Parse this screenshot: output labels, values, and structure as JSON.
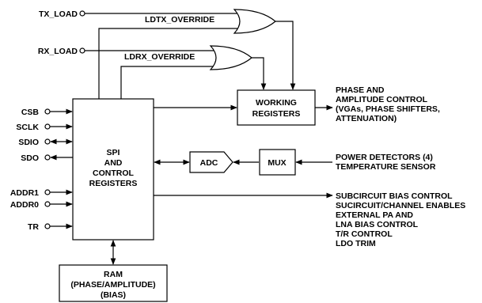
{
  "inputs": {
    "tx_load": "TX_LOAD",
    "rx_load": "RX_LOAD",
    "csb": "CSB",
    "sclk": "SCLK",
    "sdio": "SDIO",
    "sdo": "SDO",
    "addr1": "ADDR1",
    "addr0": "ADDR0",
    "tr": "TR"
  },
  "signals": {
    "ldtx_override": "LDTX_OVERRIDE",
    "ldrx_override": "LDRX_OVERRIDE"
  },
  "blocks": {
    "spi": [
      "SPI",
      "AND",
      "CONTROL",
      "REGISTERS"
    ],
    "working": [
      "WORKING",
      "REGISTERS"
    ],
    "adc": "ADC",
    "mux": "MUX",
    "ram": [
      "RAM",
      "(PHASE/AMPLITUDE)",
      "(BIAS)"
    ]
  },
  "outputs": {
    "phase": [
      "PHASE AND",
      "AMPLITUDE CONTROL",
      "(VGAs, PHASE SHIFTERS,",
      "ATTENUATION)"
    ],
    "detectors": [
      "POWER DETECTORS (4)",
      "TEMPERATURE SENSOR"
    ],
    "bias": [
      "SUBCIRCUIT BIAS CONTROL",
      "SUCIRCUIT/CHANNEL ENABLES",
      "EXTERNAL PA AND",
      "LNA BIAS CONTROL",
      "T/R CONTROL",
      "LDO TRIM"
    ]
  }
}
